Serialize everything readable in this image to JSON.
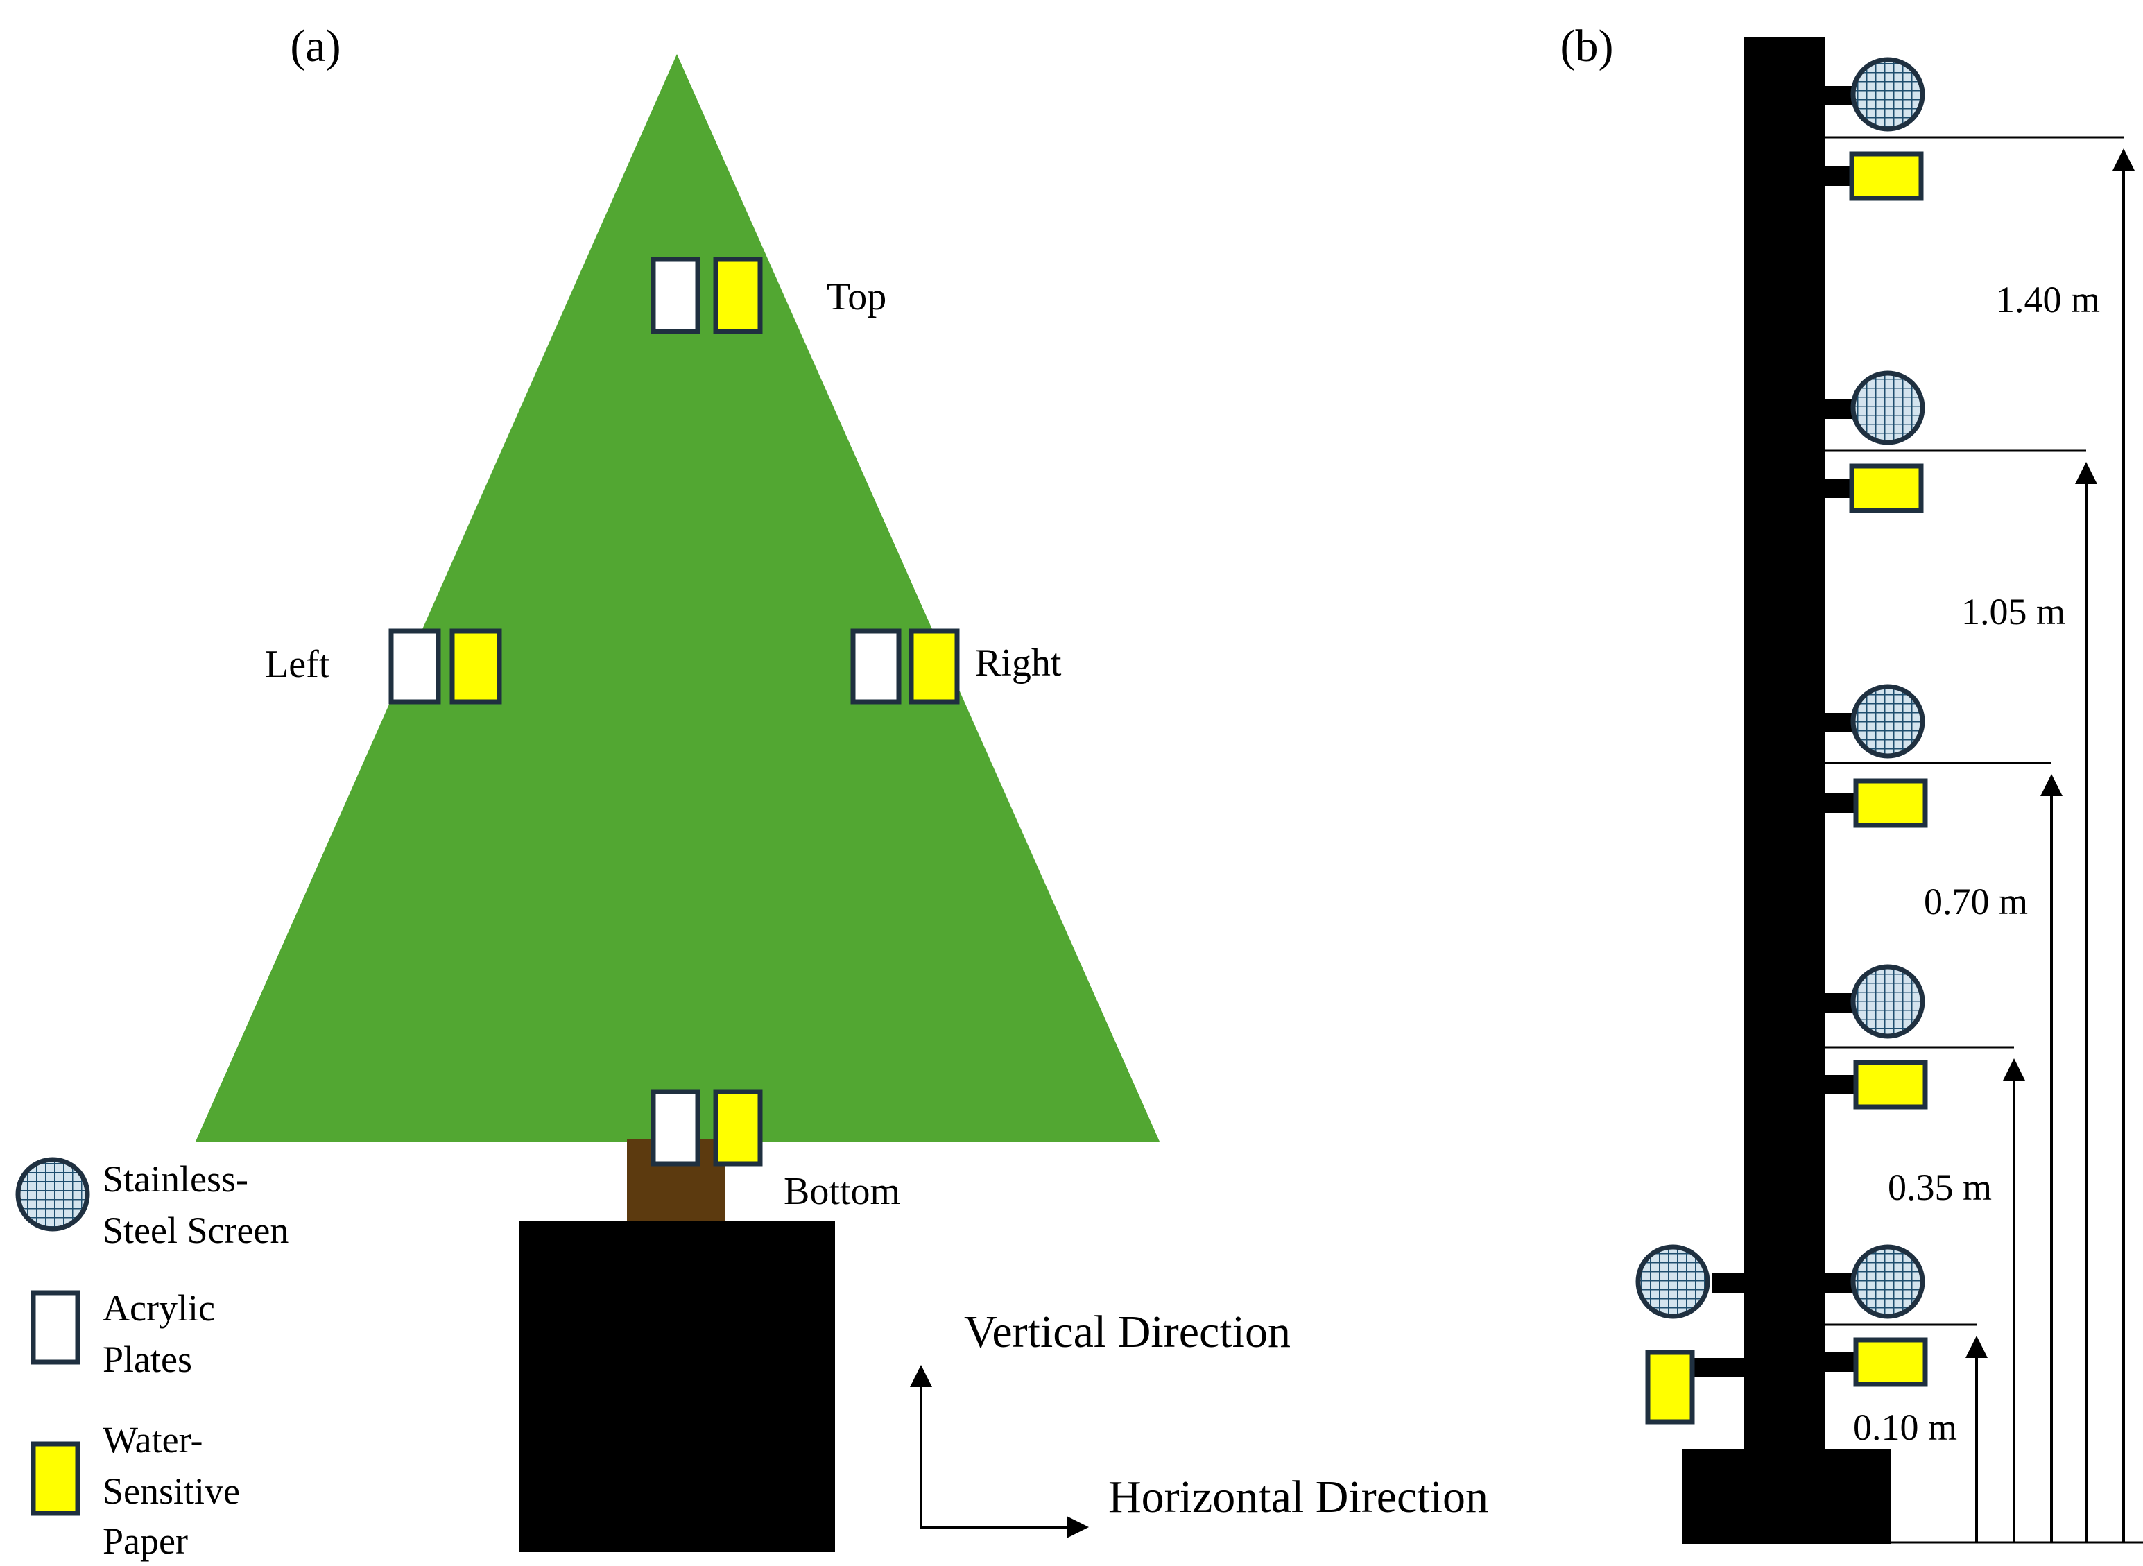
{
  "panel_a": {
    "label": "(a)",
    "positions": {
      "top": "Top",
      "left": "Left",
      "right": "Right",
      "bottom": "Bottom"
    },
    "directions": {
      "vertical": "Vertical Direction",
      "horizontal": "Horizontal Direction"
    },
    "legend": {
      "screen_line1": "Stainless-",
      "screen_line2": "Steel Screen",
      "acrylic_line1": "Acrylic",
      "acrylic_line2": "Plates",
      "paper_line1": "Water-",
      "paper_line2": "Sensitive",
      "paper_line3": "Paper"
    }
  },
  "panel_b": {
    "label": "(b)",
    "heights": {
      "h140": "1.40 m",
      "h105": "1.05 m",
      "h070": "0.70 m",
      "h035": "0.35 m",
      "h010": "0.10 m"
    }
  },
  "colors": {
    "canopy": "#52a732",
    "trunk": "#5c3a0f",
    "pot": "#000000",
    "paper": "#ffff00",
    "acrylic": "#ffffff",
    "outline": "#1f3040",
    "screen_fill": "#d4e4ee",
    "screen_grid": "#1f4e6e"
  }
}
